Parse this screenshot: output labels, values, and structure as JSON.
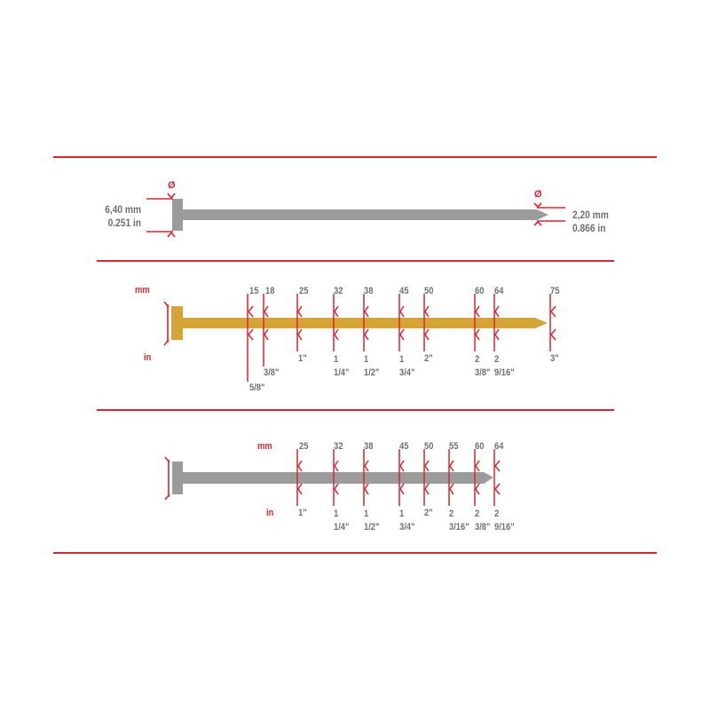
{
  "colors": {
    "accent_red": "#d7262e",
    "nail_grey": "#9b9b9b",
    "nail_gold": "#d4a437",
    "text_grey": "#6f6f6f"
  },
  "diameter_section": {
    "symbol": "Ø",
    "head": {
      "mm": "6,40 mm",
      "in": "0.251 in"
    },
    "shank": {
      "mm": "2,20 mm",
      "in": "0.866 in"
    }
  },
  "gold_nail_section": {
    "unit_mm_label": "mm",
    "unit_in_label": "in",
    "lengths": [
      {
        "mm": "15",
        "in_line1": "5/8\"",
        "in_line2": ""
      },
      {
        "mm": "18",
        "in_line1": "3/8\"",
        "in_line2": ""
      },
      {
        "mm": "25",
        "in_line1": "1\"",
        "in_line2": ""
      },
      {
        "mm": "32",
        "in_line1": "1",
        "in_line2": "1/4\""
      },
      {
        "mm": "38",
        "in_line1": "1",
        "in_line2": "1/2\""
      },
      {
        "mm": "45",
        "in_line1": "1",
        "in_line2": "3/4\""
      },
      {
        "mm": "50",
        "in_line1": "2\"",
        "in_line2": ""
      },
      {
        "mm": "60",
        "in_line1": "2",
        "in_line2": "3/8\""
      },
      {
        "mm": "64",
        "in_line1": "2",
        "in_line2": "9/16\""
      },
      {
        "mm": "75",
        "in_line1": "3\"",
        "in_line2": ""
      }
    ]
  },
  "grey_nail_section": {
    "unit_mm_label": "mm",
    "unit_in_label": "in",
    "lengths": [
      {
        "mm": "25",
        "in_line1": "1\"",
        "in_line2": ""
      },
      {
        "mm": "32",
        "in_line1": "1",
        "in_line2": "1/4\""
      },
      {
        "mm": "38",
        "in_line1": "1",
        "in_line2": "1/2\""
      },
      {
        "mm": "45",
        "in_line1": "1",
        "in_line2": "3/4\""
      },
      {
        "mm": "50",
        "in_line1": "2\"",
        "in_line2": ""
      },
      {
        "mm": "55",
        "in_line1": "2",
        "in_line2": "3/16\""
      },
      {
        "mm": "60",
        "in_line1": "2",
        "in_line2": "3/8\""
      },
      {
        "mm": "64",
        "in_line1": "2",
        "in_line2": "9/16\""
      }
    ]
  }
}
